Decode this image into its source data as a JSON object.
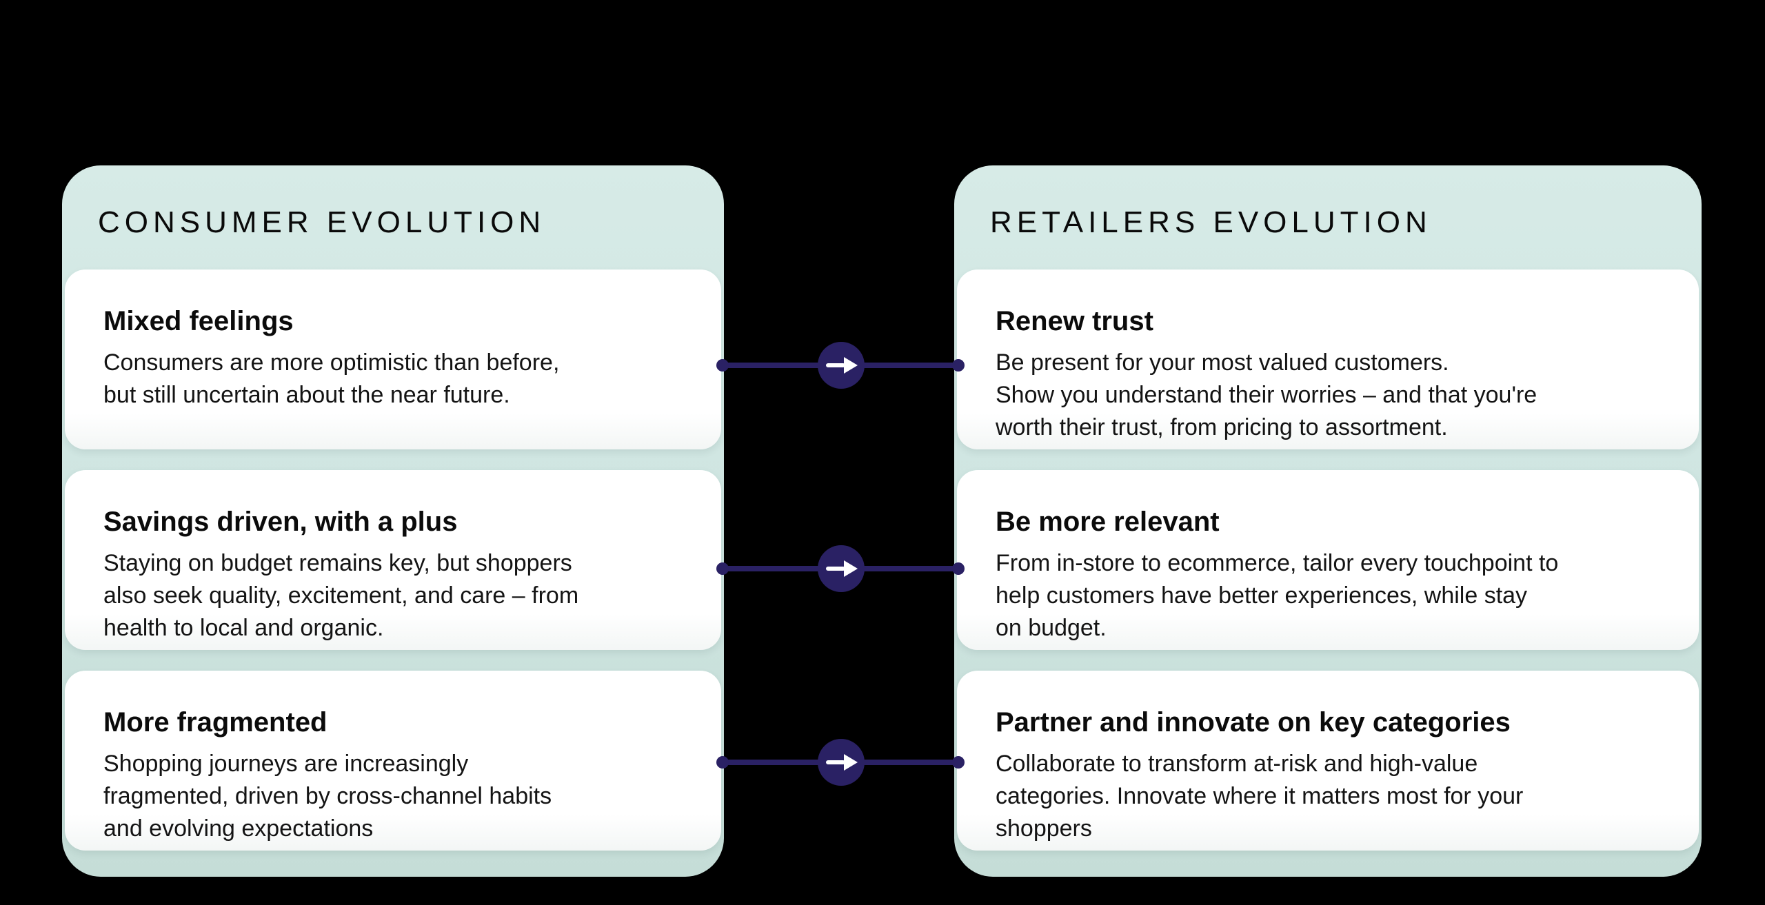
{
  "diagram": {
    "background_color": "#000000",
    "accent_color": "#2a2164",
    "panel_top_color": "#d7ebe7",
    "panel_bottom_color": "#c5ddd7",
    "panels": [
      {
        "title": "CONSUMER EVOLUTION",
        "cards": [
          {
            "title": "Mixed feelings",
            "body": "Consumers are more optimistic than before,\nbut still uncertain about the near future."
          },
          {
            "title": "Savings driven, with a plus",
            "body": "Staying on budget remains key, but shoppers\nalso seek quality, excitement, and care – from\nhealth to local and organic."
          },
          {
            "title": "More fragmented",
            "body": "Shopping journeys are increasingly\nfragmented, driven by cross-channel habits\nand evolving expectations"
          }
        ]
      },
      {
        "title": "RETAILERS EVOLUTION",
        "cards": [
          {
            "title": "Renew trust",
            "body": "Be present for your most valued customers.\nShow you understand their worries – and that you're\nworth their trust, from pricing to assortment."
          },
          {
            "title": "Be more relevant",
            "body": "From in-store to ecommerce, tailor every touchpoint to\nhelp customers have better experiences, while stay\non budget."
          },
          {
            "title": "Partner and innovate on key categories",
            "body": "Collaborate to transform at-risk and high-value\ncategories. Innovate where it matters most for your\nshoppers"
          }
        ]
      }
    ],
    "connectors": [
      {
        "from": "Mixed feelings",
        "to": "Renew trust"
      },
      {
        "from": "Savings driven, with a plus",
        "to": "Be more relevant"
      },
      {
        "from": "More fragmented",
        "to": "Partner and innovate on key categories"
      }
    ]
  }
}
